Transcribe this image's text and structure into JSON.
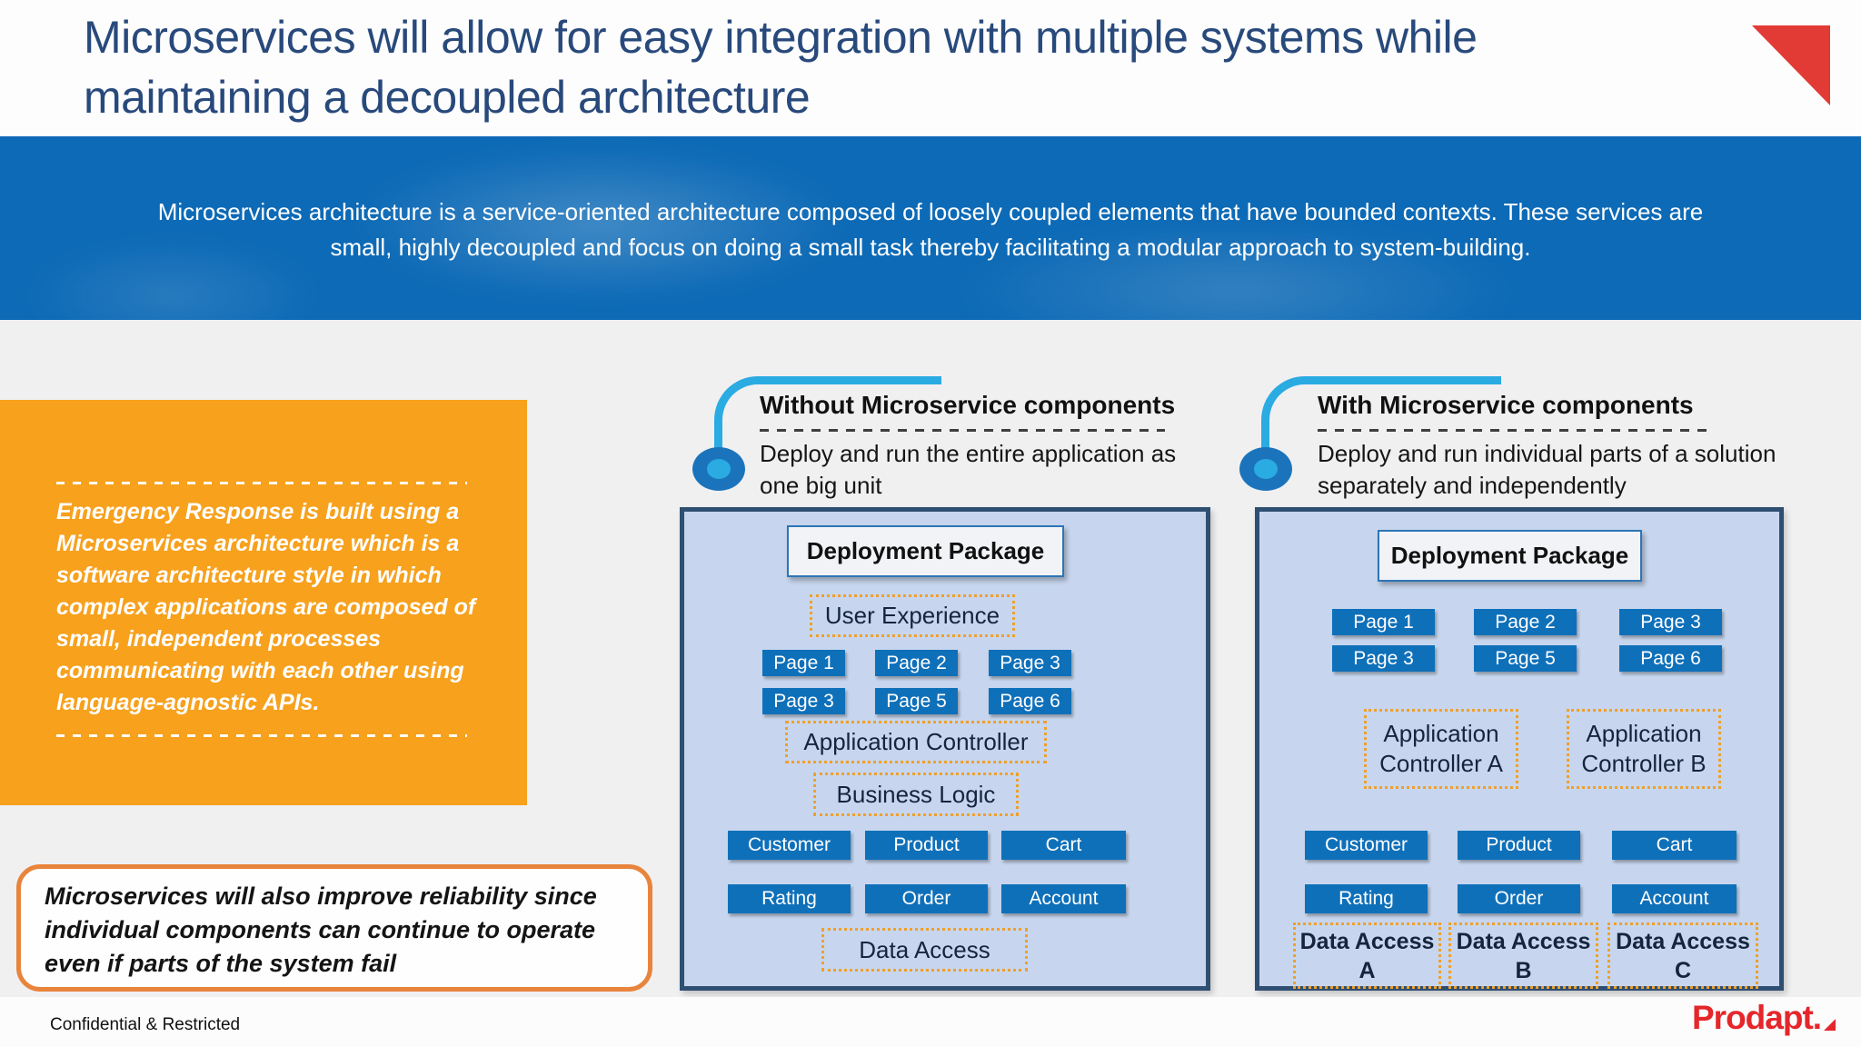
{
  "header": {
    "title": "Microservices will allow for easy integration with multiple systems while maintaining a decoupled architecture"
  },
  "banner": {
    "text": "Microservices architecture is a service-oriented architecture composed of loosely coupled elements that have bounded contexts. These services are small, highly decoupled and focus on doing a small task thereby facilitating a modular approach to system-building."
  },
  "left_column": {
    "callout": "Emergency Response is built using a Microservices architecture which is a software architecture style in which complex applications are composed of small, independent processes communicating with each other using language-agnostic APIs.",
    "reliability": "Microservices will also improve reliability since individual components can continue to operate even if parts of the system fail"
  },
  "without": {
    "heading": "Without Microservice components",
    "subheading": "Deploy and run the entire application as one big unit",
    "deployment_package": "Deployment Package",
    "user_experience": "User Experience",
    "pages_row1": [
      "Page 1",
      "Page 2",
      "Page 3"
    ],
    "pages_row2": [
      "Page 3",
      "Page 5",
      "Page 6"
    ],
    "application_controller": "Application Controller",
    "business_logic": "Business Logic",
    "services_row1": [
      "Customer",
      "Product",
      "Cart"
    ],
    "services_row2": [
      "Rating",
      "Order",
      "Account"
    ],
    "data_access": "Data Access"
  },
  "with": {
    "heading": "With Microservice components",
    "subheading": "Deploy and run individual parts of a solution separately and independently",
    "deployment_package": "Deployment Package",
    "pages_row1": [
      "Page 1",
      "Page 2",
      "Page 3"
    ],
    "pages_row2": [
      "Page 3",
      "Page 5",
      "Page 6"
    ],
    "controllers": [
      "Application Controller A",
      "Application Controller B"
    ],
    "services_row1": [
      "Customer",
      "Product",
      "Cart"
    ],
    "services_row2": [
      "Rating",
      "Order",
      "Account"
    ],
    "data_access": [
      "Data Access A",
      "Data Access B",
      "Data Access C"
    ]
  },
  "footer": {
    "confidential": "Confidential & Restricted",
    "logo": "Prodapt."
  },
  "colors": {
    "title_navy": "#28497b",
    "banner_blue": "#0d6ab6",
    "accent_orange": "#f7a11d",
    "panel_fill": "#c7d6ee",
    "panel_border": "#2f4f72",
    "box_blue": "#0f70ba",
    "dotted_orange": "#efa02c",
    "pin_light_blue": "#2aabe2",
    "pin_dark_blue": "#1b74bb",
    "brand_red": "#e5262b"
  }
}
